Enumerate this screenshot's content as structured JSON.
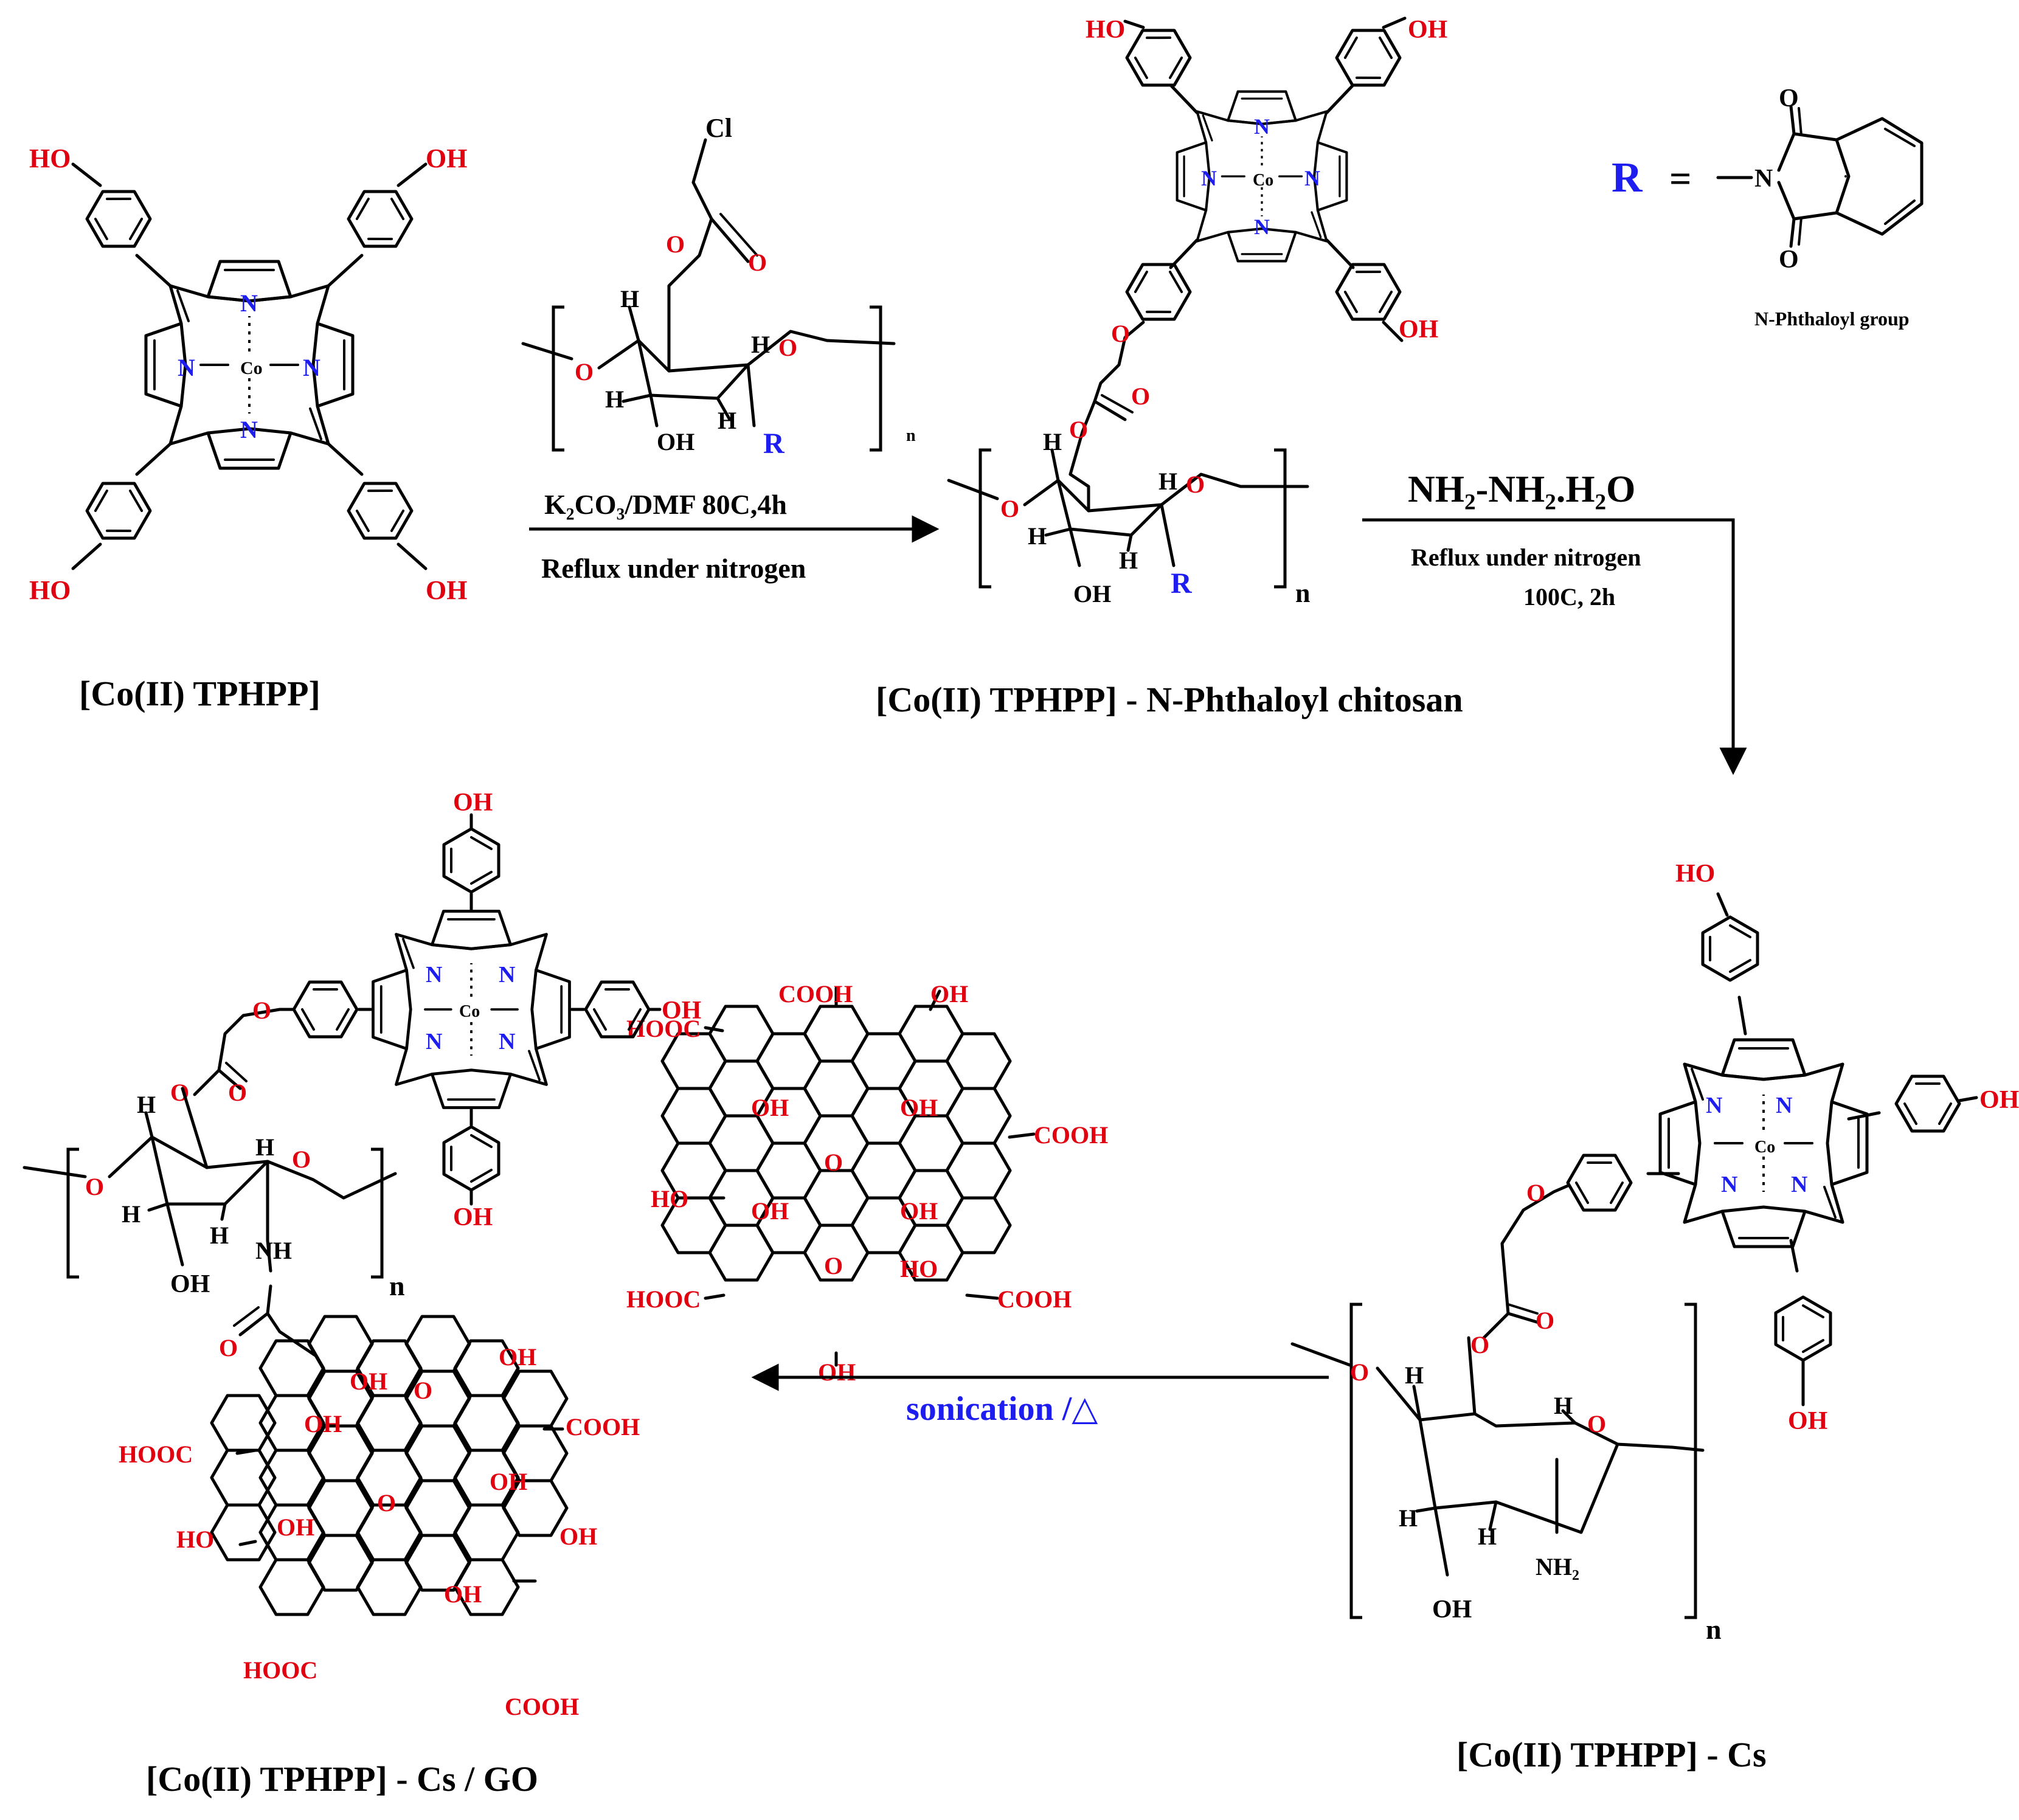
{
  "colors": {
    "oxygen_groups": "#e0000f",
    "nitrogen_and_R": "#1d1df0",
    "bonds": "#000000"
  },
  "compounds": {
    "c1": "[Co(II)  TPHPP]",
    "c2": "[Co(II) TPHPP] -  N-Phthaloyl chitosan",
    "c3": "[Co(II) TPHPP] - Cs",
    "c4": "[Co(II) TPHPP] -  Cs / GO"
  },
  "step1": {
    "condition_1": "K₂CO₃/DMF 80C,4h",
    "condition_2": "Reflux under nitrogen"
  },
  "step2": {
    "reagent": "NH₂-NH₂.H₂O",
    "condition_1": "Reflux under nitrogen",
    "condition_2": "100C, 2h"
  },
  "step3": {
    "condition": "sonication /△"
  },
  "r_group": {
    "symbol": "R",
    "equals": "=",
    "name": "N-Phthaloyl group",
    "N": "N",
    "O": "O"
  },
  "atoms": {
    "HO": "HO",
    "OH": "OH",
    "N": "N",
    "Co": "Co",
    "O": "O",
    "H": "H",
    "Cl": "Cl",
    "n": "n",
    "NH": "NH",
    "NH2": "NH₂",
    "COOH": "COOH",
    "HOOC": "HOOC",
    "R": "R"
  },
  "icons": [
    "porphyrin-structure",
    "chitosan-unit",
    "graphene-oxide-sheet",
    "reaction-arrow"
  ]
}
